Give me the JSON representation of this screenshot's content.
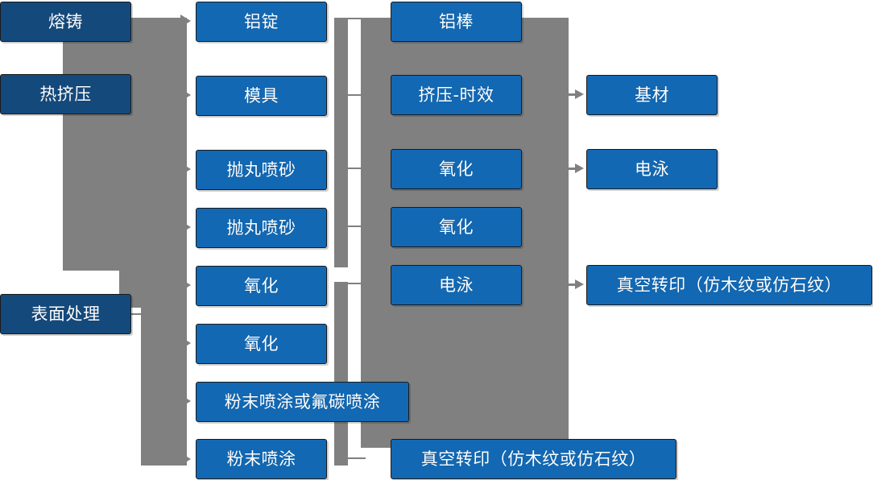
{
  "diagram": {
    "type": "process-flowchart",
    "title": "",
    "colors": {
      "stage_box": "#14497C",
      "step_box": "#1268B3",
      "connector_band": "#808080",
      "background": "#ffffff",
      "text": "#ffffff"
    },
    "columns": [
      {
        "id": "stage",
        "name": "stage-column",
        "style": "dark",
        "nodes": [
          {
            "id": "stage-1",
            "label": "熔铸"
          },
          {
            "id": "stage-2",
            "label": "热挤压"
          },
          {
            "id": "stage-3",
            "label": "表面处理"
          }
        ]
      },
      {
        "id": "step",
        "name": "step-column",
        "style": "bright",
        "nodes": [
          {
            "id": "step-1",
            "label": "铝锭"
          },
          {
            "id": "step-2",
            "label": "模具"
          },
          {
            "id": "step-3",
            "label": "抛丸喷砂"
          },
          {
            "id": "step-4",
            "label": "抛丸喷砂"
          },
          {
            "id": "step-5",
            "label": "氧化"
          },
          {
            "id": "step-6",
            "label": "氧化"
          },
          {
            "id": "step-7",
            "label": "粉末喷涂或氟碳喷涂"
          },
          {
            "id": "step-8",
            "label": "粉末喷涂"
          }
        ]
      },
      {
        "id": "process",
        "name": "process-column",
        "style": "bright",
        "nodes": [
          {
            "id": "process-1",
            "label": "铝棒"
          },
          {
            "id": "process-2",
            "label": "挤压-时效"
          },
          {
            "id": "process-3",
            "label": "氧化"
          },
          {
            "id": "process-4",
            "label": "氧化"
          },
          {
            "id": "process-5",
            "label": "电泳"
          },
          {
            "id": "process-6",
            "label": "真空转印（仿木纹或仿石纹）"
          }
        ]
      },
      {
        "id": "output",
        "name": "output-column",
        "style": "bright",
        "nodes": [
          {
            "id": "output-1",
            "label": "基材"
          },
          {
            "id": "output-2",
            "label": "电泳"
          },
          {
            "id": "output-3",
            "label": "真空转印（仿木纹或仿石纹）"
          }
        ]
      }
    ],
    "connectors": {
      "arrowhead_icon": "right-chevron-icon",
      "band_icon": "gray-connector-band"
    }
  }
}
